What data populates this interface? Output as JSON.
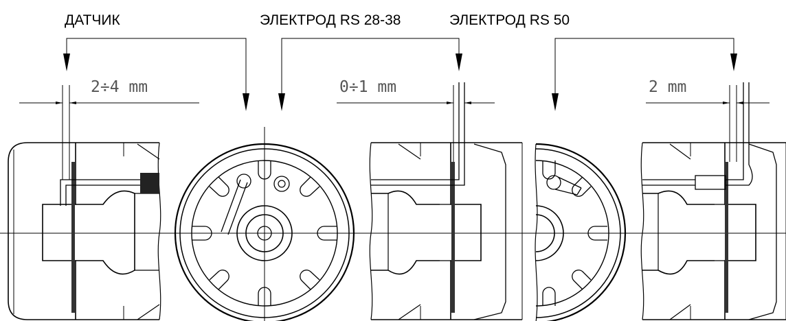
{
  "labels": {
    "sensor": "ДАТЧИК",
    "electrode_a": "ЭЛЕКТРОД RS 28-38",
    "electrode_b": "ЭЛЕКТРОД RS 50"
  },
  "dimensions": {
    "sensor_gap": "2÷4 mm",
    "electrode_a_gap": "0÷1 mm",
    "electrode_b_gap": "2 mm"
  },
  "colors": {
    "line": "#000000",
    "dim_text": "#555555",
    "hatch": "#333333"
  }
}
